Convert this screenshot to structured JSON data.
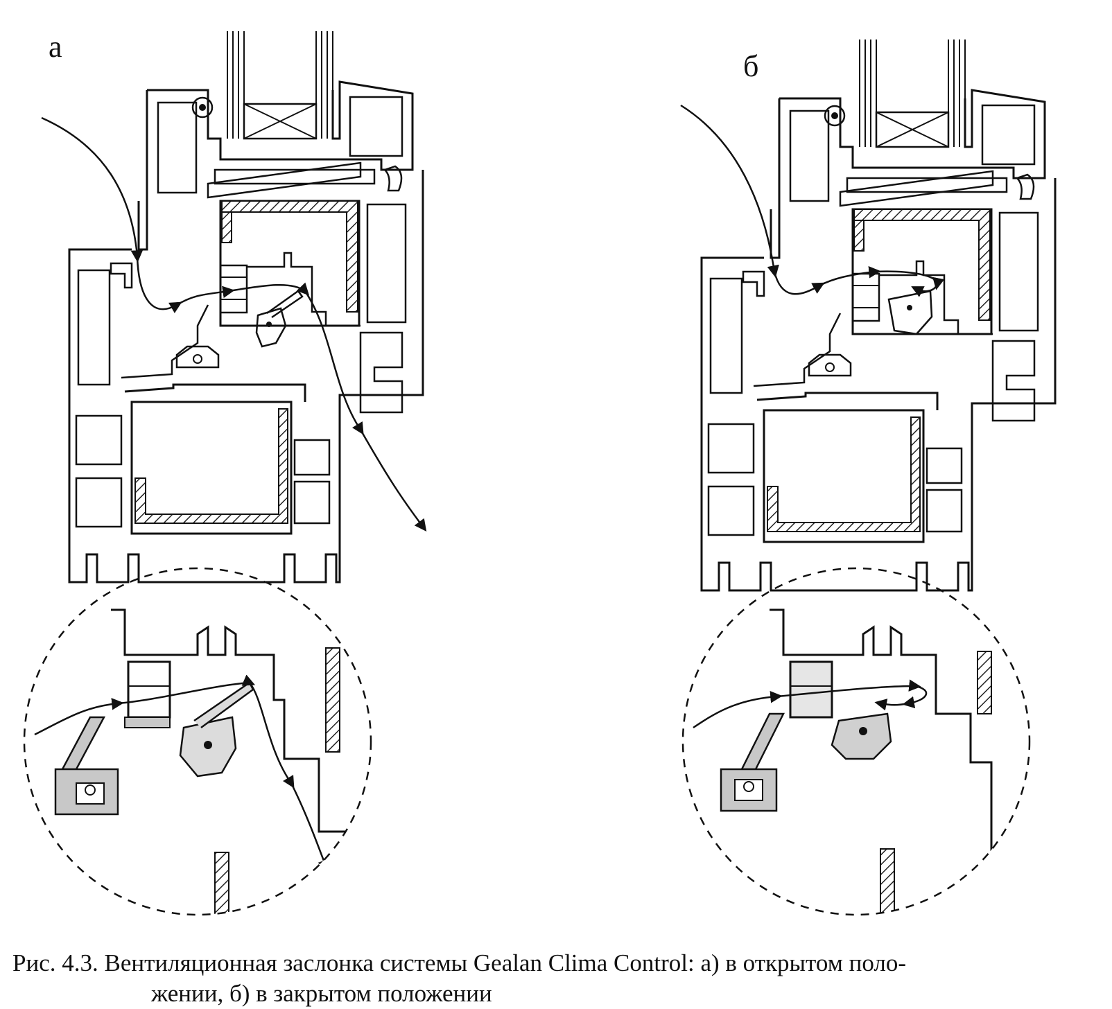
{
  "figure": {
    "panel_a_label": "а",
    "panel_b_label": "б",
    "caption_line1": "Рис. 4.3. Вентиляционная заслонка системы Gealan Clima Control: а) в открытом поло-",
    "caption_line2": "жении, б) в закрытом положении"
  },
  "colors": {
    "line": "#111111",
    "hatch": "#222222",
    "shade": "#c8c8c8",
    "background": "#ffffff"
  }
}
